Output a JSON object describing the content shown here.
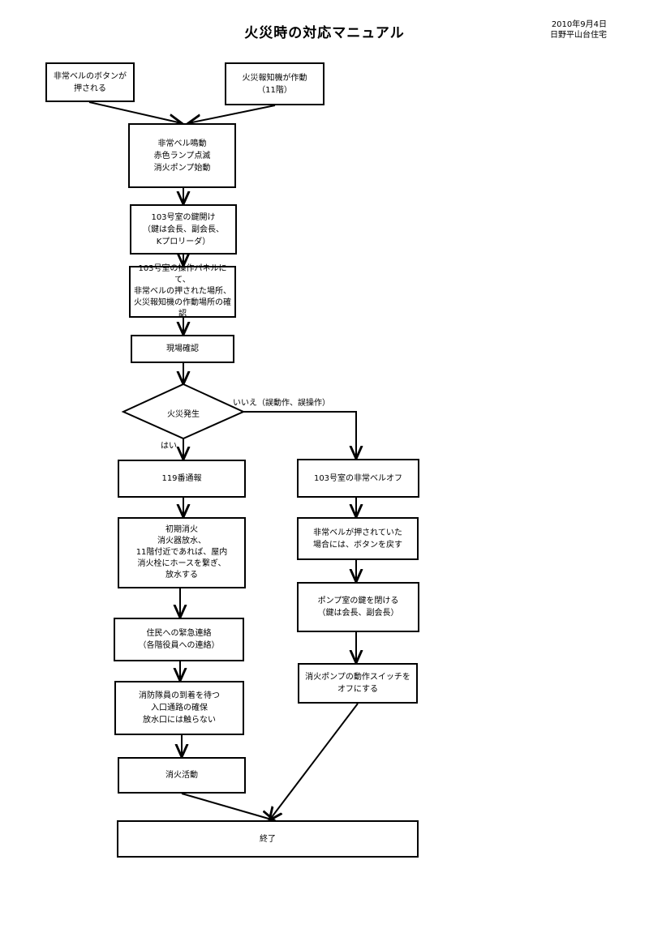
{
  "header": {
    "title": "火災時の対応マニュアル",
    "date": "2010年9月4日",
    "org": "日野平山台住宅"
  },
  "flow": {
    "emergency_bell_button": "非常ベルのボタンが\n押される",
    "fire_alarm_activated": "火災報知機が作動\n（11階）",
    "bell_ring": "非常ベル鳴動\n赤色ランプ点滅\n消火ポンプ始動",
    "unlock_103": "103号室の鍵開け\n（鍵は会長、副会長、\nKプロリーダ）",
    "check_panel": "103号室の操作パネルにて、\n非常ベルの押された場所、\n火災報知機の作動場所の確\n認",
    "site_check": "現場確認",
    "decision_fire": "火災発生",
    "yes_label": "はい",
    "no_label": "いいえ（誤動作、誤操作）",
    "call_119": "119番通報",
    "initial_firefight": "初期消火\n消火器放水、\n11階付近であれば、屋内\n消火栓にホースを繋ぎ、\n放水する",
    "resident_contact": "住民への緊急連絡\n（各階役員への連絡）",
    "await_firefighters": "消防隊員の到着を待つ\n入口通路の確保\n放水口には触らない",
    "firefighting": "消火活動",
    "bell_off_103": "103号室の非常ベルオフ",
    "reset_button": "非常ベルが押されていた\n場合には、ボタンを戻す",
    "close_pump_room": "ポンプ室の鍵を閉ける\n（鍵は会長、副会長）",
    "pump_switch_off": "消火ポンプの動作スイッチを\nオフにする",
    "end": "終了"
  }
}
